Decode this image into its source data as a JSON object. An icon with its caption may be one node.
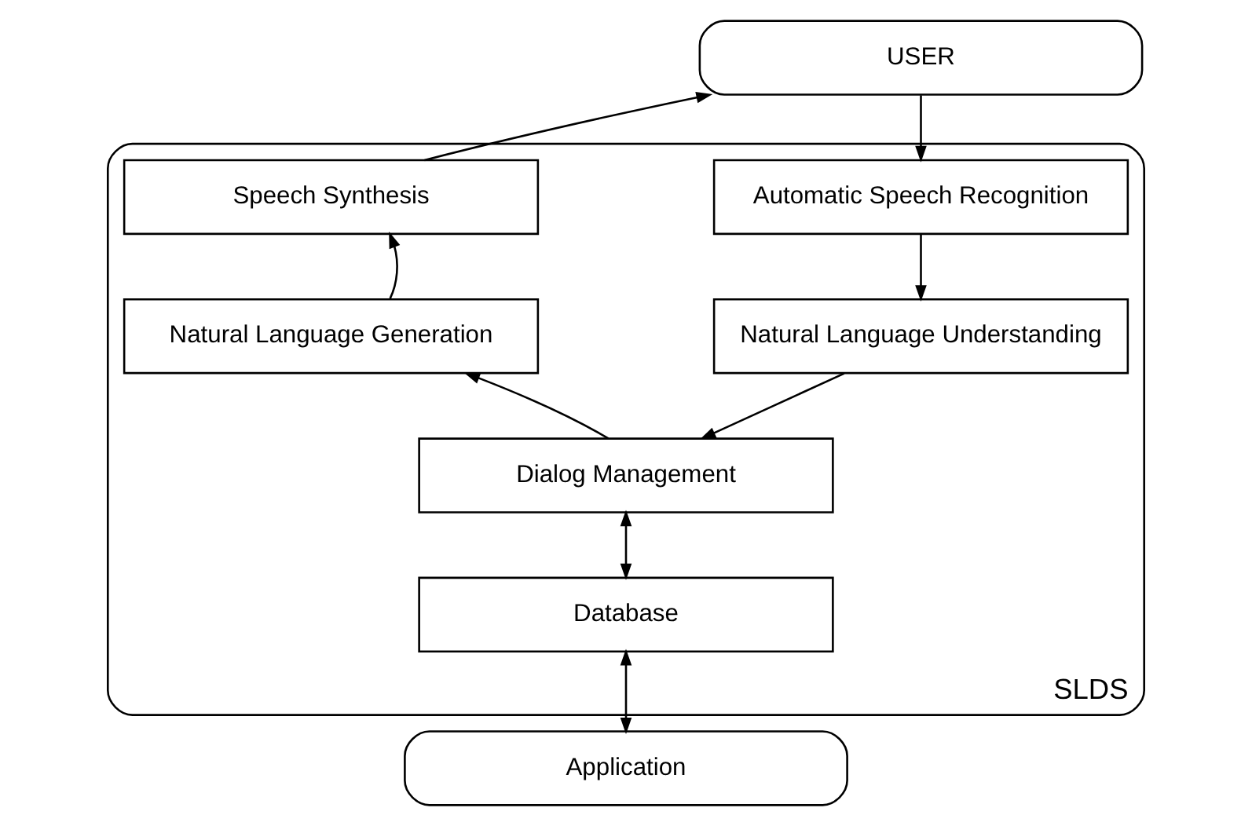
{
  "diagram": {
    "nodes": [
      {
        "text": [
          "USER"
        ]
      },
      {
        "text": [
          "SLDS"
        ]
      },
      {
        "text": [
          "Automatic Speech Recognition"
        ],
        "in": 1
      },
      {
        "text": [
          "Natural Language Understanding"
        ],
        "in": 1
      },
      {
        "text": [
          "Dialog Management"
        ],
        "in": 1
      },
      {
        "text": [
          "Database"
        ],
        "in": 1
      },
      {
        "text": [
          "Natural Language Generation"
        ],
        "in": 1
      },
      {
        "text": [
          "Speech Synthesis"
        ],
        "in": 1
      },
      {
        "text": [
          "Application"
        ]
      }
    ],
    "edges": [
      {
        "from": 0,
        "to": 2,
        "arrow": "to"
      },
      {
        "from": 2,
        "to": 3,
        "arrow": "to"
      },
      {
        "from": 3,
        "to": 4,
        "arrow": "to"
      },
      {
        "from": 4,
        "to": 6,
        "arrow": "to"
      },
      {
        "from": 6,
        "to": 7,
        "arrow": "to"
      },
      {
        "from": 7,
        "to": 0,
        "arrow": "to"
      },
      {
        "from": 4,
        "to": 5,
        "arrow": "both"
      },
      {
        "from": 5,
        "to": 8,
        "arrow": "both"
      }
    ]
  }
}
